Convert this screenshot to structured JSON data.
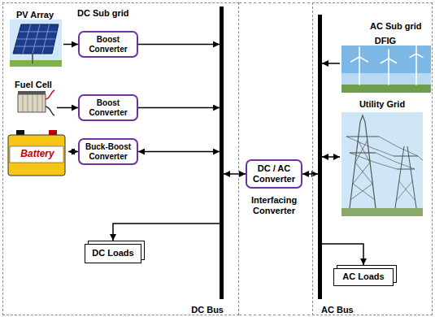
{
  "diagram": {
    "nodes": [
      {
        "text": [
          "DC Sub grid"
        ]
      },
      {
        "text": [
          "PV Array"
        ],
        "in": 0
      },
      {
        "text": [
          "Boost Converter"
        ],
        "in": 0
      },
      {
        "text": [
          "Fuel Cell"
        ],
        "in": 0
      },
      {
        "text": [
          "Boost Converter"
        ],
        "in": 0
      },
      {
        "text": [
          "Battery"
        ],
        "in": 0
      },
      {
        "text": [
          "Buck-Boost Converter"
        ],
        "in": 0
      },
      {
        "text": [
          "DC Loads"
        ],
        "in": 0
      },
      {
        "text": [
          "DC Bus"
        ],
        "in": 0
      },
      {
        "text": [
          "DC / AC Converter",
          "Interfacing Converter"
        ]
      },
      {
        "text": [
          "AC Sub grid"
        ]
      },
      {
        "text": [
          "DFIG"
        ],
        "in": 10
      },
      {
        "text": [
          "Utility Grid"
        ],
        "in": 10
      },
      {
        "text": [
          "AC Bus"
        ],
        "in": 10
      },
      {
        "text": [
          "AC Loads"
        ],
        "in": 10
      }
    ],
    "edges": [
      {
        "from": 1,
        "to": 2,
        "arrow": "to"
      },
      {
        "from": 2,
        "to": 8,
        "arrow": "to"
      },
      {
        "from": 3,
        "to": 4,
        "arrow": "to"
      },
      {
        "from": 4,
        "to": 8,
        "arrow": "to"
      },
      {
        "from": 5,
        "to": 6,
        "arrow": "both"
      },
      {
        "from": 6,
        "to": 8,
        "arrow": "both"
      },
      {
        "from": 8,
        "to": 7,
        "arrow": "to"
      },
      {
        "from": 8,
        "to": 9,
        "arrow": "both"
      },
      {
        "from": 9,
        "to": 13,
        "arrow": "both"
      },
      {
        "from": 11,
        "to": 13,
        "arrow": "to"
      },
      {
        "from": 12,
        "to": 13,
        "arrow": "both"
      },
      {
        "from": 13,
        "to": 14,
        "arrow": "to"
      }
    ]
  }
}
